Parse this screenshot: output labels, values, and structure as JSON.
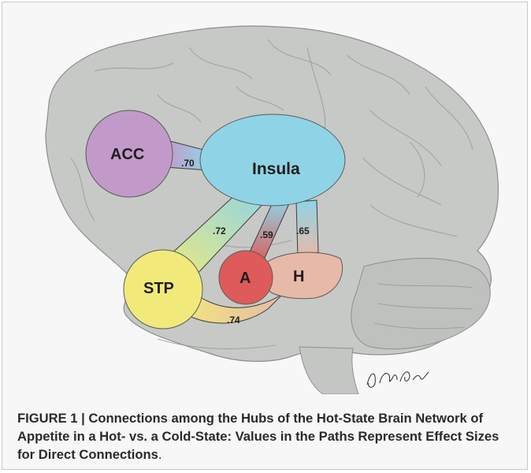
{
  "diagram": {
    "nodes": {
      "acc": "ACC",
      "insula": "Insula",
      "stp": "STP",
      "a": "A",
      "h": "H"
    },
    "edges": {
      "acc_insula": ".70",
      "insula_stp": ".72",
      "insula_a": ".59",
      "insula_h": ".65",
      "stp_h": ".74"
    },
    "colors": {
      "acc": "#c29ac9",
      "insula": "#8fd4e6",
      "stp": "#f1ea7a",
      "a": "#df5a5a",
      "h": "#e7b9a8",
      "brain": "#c6c8c6"
    },
    "signature": "D.M. Pounds"
  },
  "caption": {
    "figure_label": "FIGURE 1 |",
    "text": "Connections among the Hubs of the Hot-State Brain Network of Appetite in a Hot- vs. a Cold-State: Values in the Paths Represent Effect Sizes for Direct Connections",
    "end_punct": "."
  }
}
